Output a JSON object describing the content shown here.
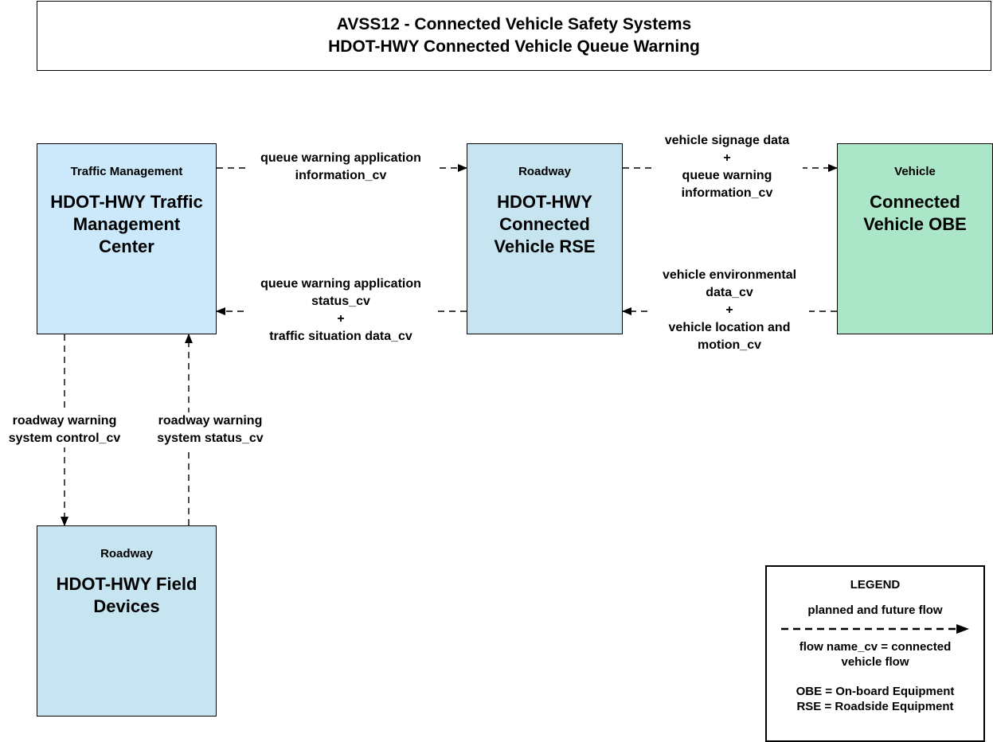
{
  "title": {
    "line1": "AVSS12 - Connected Vehicle Safety Systems",
    "line2": "HDOT-HWY Connected Vehicle Queue Warning"
  },
  "nodes": {
    "tmc": {
      "category": "Traffic Management",
      "name": "HDOT-HWY Traffic Management Center",
      "color": "#cbe9fb"
    },
    "rse": {
      "category": "Roadway",
      "name": "HDOT-HWY Connected Vehicle RSE",
      "color": "#c6e5f0"
    },
    "obe": {
      "category": "Vehicle",
      "name": "Connected Vehicle OBE",
      "color": "#ace6c9"
    },
    "field": {
      "category": "Roadway",
      "name": "HDOT-HWY Field Devices",
      "color": "#c6e5f0"
    }
  },
  "flows": {
    "tmc_to_rse": [
      "queue warning application",
      "information_cv"
    ],
    "rse_to_tmc": [
      "queue warning application",
      "status_cv",
      "+",
      "traffic situation data_cv"
    ],
    "rse_to_obe": [
      "vehicle signage data",
      "+",
      "queue warning",
      "information_cv"
    ],
    "obe_to_rse": [
      "vehicle environmental",
      "data_cv",
      "+",
      "vehicle location and",
      "motion_cv"
    ],
    "tmc_to_field": [
      "roadway warning",
      "system control_cv"
    ],
    "field_to_tmc": [
      "roadway warning",
      "system status_cv"
    ]
  },
  "legend": {
    "title": "LEGEND",
    "planned": "planned and future flow",
    "cv_line1": "flow name_cv = connected",
    "cv_line2": "vehicle flow",
    "obe": "OBE = On-board Equipment",
    "rse": "RSE = Roadside Equipment"
  }
}
